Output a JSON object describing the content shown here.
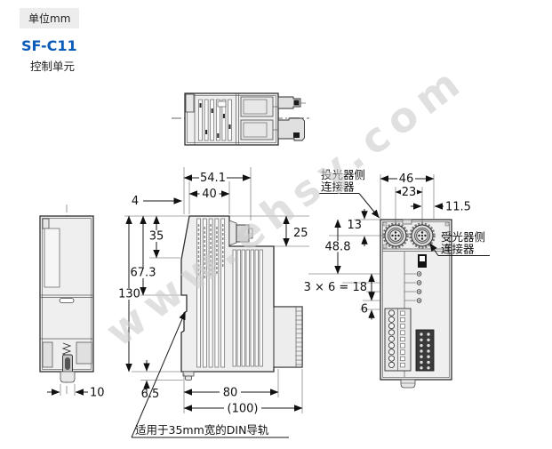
{
  "header": {
    "unit": "单位mm",
    "model": "SF-C11",
    "subtitle": "控制单元"
  },
  "watermark": {
    "text": "www.ehsy.com"
  },
  "labels": {
    "emitter_line1": "投光器侧",
    "emitter_line2": "连接器",
    "receiver_line1": "受光器侧",
    "receiver_line2": "连接器",
    "din_note": "适用于35mm宽的DIN导轨"
  },
  "dimensions": {
    "side": {
      "total_width": "54.1",
      "upper_width": "40",
      "plate": "4",
      "slope_height": "35",
      "din_offset": "67.3",
      "height": "130",
      "step": "25",
      "foot": "6.5",
      "body_depth": "80",
      "total_depth": "(100)"
    },
    "front": {
      "width": "46",
      "pitch": "23",
      "edge": "11.5",
      "conn_center": "13",
      "led_offset": "48.8",
      "led_pitch": "3 × 6 = 18",
      "led_gap": "6"
    },
    "rear": {
      "latch_width": "10"
    }
  }
}
